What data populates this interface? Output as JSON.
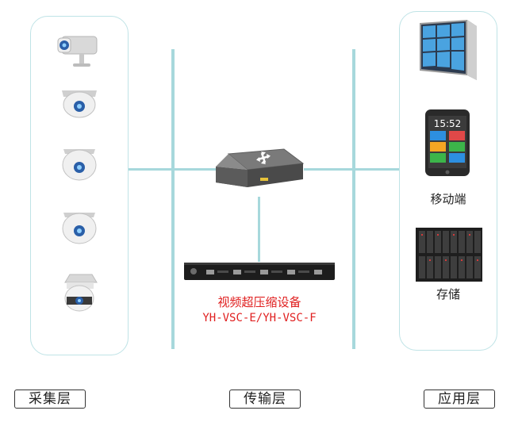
{
  "device": {
    "name": "视频超压缩设备",
    "model": "YH-VSC-E/YH-VSC-F"
  },
  "application": {
    "mobile_label": "移动端",
    "storage_label": "存储",
    "phone_time": "15:52"
  },
  "layers": {
    "collect": "采集层",
    "transport": "传输层",
    "application": "应用层"
  },
  "colors": {
    "connector_line": "#a7d8dc",
    "panel_border": "#bfe3e6",
    "device_label": "#e02020"
  }
}
